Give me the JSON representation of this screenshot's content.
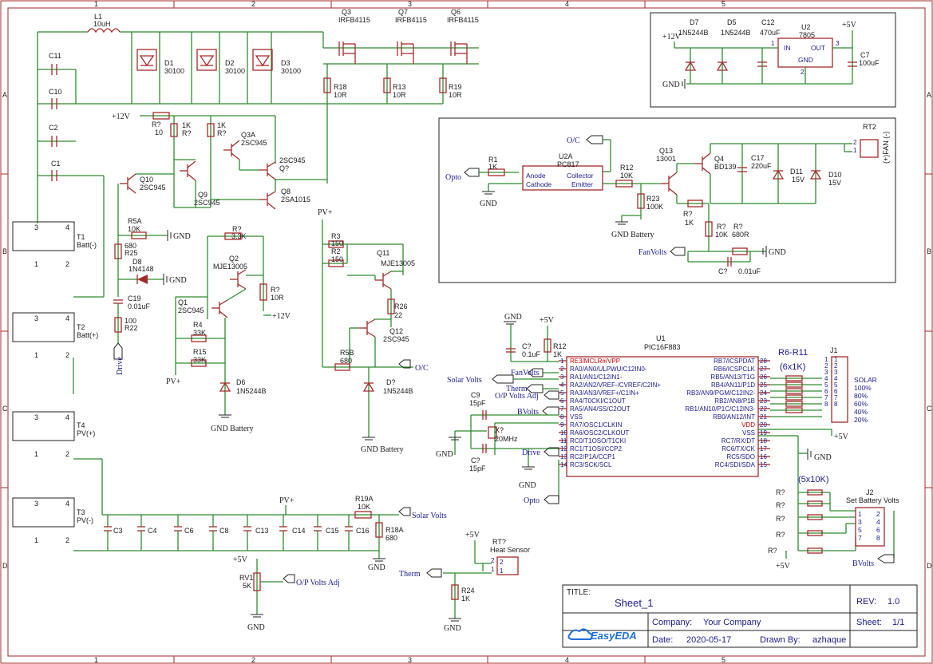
{
  "border": {
    "cols": [
      "1",
      "2",
      "3",
      "4",
      "5"
    ],
    "rows": [
      "A",
      "B",
      "C",
      "D"
    ]
  },
  "refs": {
    "L1": "L1",
    "L1v": "10uH",
    "Q3": "Q3",
    "Q3v": "IRFB4115",
    "Q7": "Q7",
    "Q7v": "IRFB4115",
    "Q6": "Q6",
    "Q6v": "IRFB4115",
    "D1": "D1",
    "D1v": "30100",
    "D2": "D2",
    "D2v": "30100",
    "D3": "D3",
    "D3v": "30100",
    "C11": "C11",
    "C10": "C10",
    "C2": "C2",
    "C1": "C1",
    "R18": "R18",
    "R18v": "10R",
    "R13": "R13",
    "R13v": "10R",
    "R19": "R19",
    "R19v": "10R",
    "Rq1": "R?",
    "Rq1v": "10",
    "Rk1": "1K",
    "Rk1r": "R?",
    "Rk2": "1K",
    "Rk2r": "R?",
    "Q3A": "Q3A",
    "Q3Av": "2SC945",
    "Q10": "Q10",
    "Q10v": "2SC945",
    "Q9": "Q9",
    "Q9v": "2SC945",
    "Qq": "2SC945",
    "Qqr": "Q?",
    "Q8": "Q8",
    "Q8v": "2SA1015",
    "R5A": "R5A",
    "R5Av": "10K",
    "R25v": "680",
    "R25": "R25",
    "D8": "D8",
    "D8v": "1N4148",
    "C19": "C19",
    "C19v": "0.01uF",
    "R22v": "100",
    "R22": "R22",
    "T1": "T1",
    "T1v": "Batt(-)",
    "T2": "T2",
    "T2v": "Batt(+)",
    "T4": "T4",
    "T4v": "PV(+)",
    "T3": "T3",
    "T3v": "PV(-)",
    "Rq2": "R?",
    "Rq2v": "3.3K",
    "Q2": "Q2",
    "Q2v": "MJE13005",
    "Rq3": "R?",
    "Rq3v": "10R",
    "Q1": "Q1",
    "Q1v": "2SC945",
    "R4": "R4",
    "R4v": "33K",
    "R15": "R15",
    "R15v": "33K",
    "D6": "D6",
    "D6v": "1N5244B",
    "R3": "R3",
    "R3v": "150",
    "R2": "R2",
    "R2v": "150",
    "Q11": "Q11",
    "Q11v": "MJE13005",
    "R26": "R26",
    "R26v": "22",
    "Q12": "Q12",
    "Q12v": "2SC945",
    "R5B": "R5B",
    "R5Bv": "680",
    "Dq": "D?",
    "Dqv": "1N5244B",
    "C3": "C3",
    "C4": "C4",
    "C6": "C6",
    "C8": "C8",
    "C13": "C13",
    "C14": "C14",
    "C15": "C15",
    "C16": "C16",
    "R19A": "R19A",
    "R19Av": "10K",
    "R18A": "R18A",
    "R18Av": "680",
    "RV1": "RV1",
    "RV1v": "5K",
    "D7": "D7",
    "D7v": "1N5244B",
    "D5": "D5",
    "D5v": "1N5244B",
    "C12": "C12",
    "C12v": "470uF",
    "U2": "U2",
    "U2v": "7805",
    "C7": "C7",
    "C7v": "100uF",
    "U2in": "IN",
    "U2out": "OUT",
    "U2gnd": "GND",
    "U2p1": "1",
    "U2p2": "2",
    "U2p3": "3",
    "RT2": "RT2",
    "FAN": "(+)FAN (-)",
    "R1": "R1",
    "R1v": "1K",
    "U2A": "U2A",
    "U2Av": "PC817",
    "U2A_anode": "Anode",
    "U2A_cath": "Cathode",
    "U2A_coll": "Collector",
    "U2A_emit": "Emitter",
    "R12b": "R12",
    "R12bv": "10K",
    "R23": "R23",
    "R23v": "100K",
    "Q13": "Q13",
    "Q13v": "13001",
    "Q4": "Q4",
    "Q4v": "BD139",
    "C17": "C17",
    "C17v": "220uF",
    "D11": "D11",
    "D11v": "15V",
    "D10": "D10",
    "D10v": "15V",
    "Rq4": "R?",
    "Rq4v": "1K",
    "Rq5": "R?",
    "Rq5v": "10K",
    "Rq6": "R?",
    "Rq6v": "680R",
    "Cq": "C?",
    "Cqv": "0.01uF",
    "Cq2": "C?",
    "Cq2v": "0.1uF",
    "R12c": "R12",
    "R12cv": "1K",
    "C9": "C9",
    "C9v": "15pF",
    "Xq": "X?",
    "Xqv": "20MHz",
    "Cq3": "C?",
    "Cq3v": "15pF",
    "U1": "U1",
    "U1v": "PIC16F883",
    "R6": "R6-R11",
    "R6v": "(6x1K)",
    "J1": "J1",
    "R5x": "(5x10K)",
    "J2": "J2",
    "J2v": "Set Battery Volts",
    "Rq": "R?",
    "RTq": "RT?",
    "RTqv": "Heat Sensor",
    "R24": "R24",
    "R24v": "1K"
  },
  "nets": {
    "v12a": "+12V",
    "v12b": "+12V",
    "v12c": "+12V",
    "v5a": "+5V",
    "v5b": "+5V",
    "v5c": "+5V",
    "v5d": "+5V",
    "v5e": "+5V",
    "v5f": "+5V",
    "gnd": "GND",
    "gndbat": "GND Battery",
    "pvp": "PV+",
    "oc": "O/C",
    "opto": "Opto",
    "fanv": "FanVolts",
    "drive": "Drive",
    "solarv": "Solar Volts",
    "therm": "Therm",
    "opv": "O/P Volts Adj",
    "bvolts": "BVolts",
    "bvolts2": "BVolts"
  },
  "u1_left": [
    {
      "n": "1",
      "t": "RE3/MCLR#/VPP",
      "red": true
    },
    {
      "n": "2",
      "t": "RA0/AN0/ULPWU/C12IN0-"
    },
    {
      "n": "3",
      "t": "RA1/AN1/C12IN1-"
    },
    {
      "n": "4",
      "t": "RA2/AN2/VREF-/CVREF/C2IN+"
    },
    {
      "n": "5",
      "t": "RA3/AN3/VREF+/C1IN+"
    },
    {
      "n": "6",
      "t": "RA4/T0CKI/C1OUT"
    },
    {
      "n": "7",
      "t": "RA5/AN4/SS/C2OUT"
    },
    {
      "n": "8",
      "t": "VSS"
    },
    {
      "n": "9",
      "t": "RA7/OSC1/CLKIN"
    },
    {
      "n": "10",
      "t": "RA6/OSC2/CLKOUT"
    },
    {
      "n": "11",
      "t": "RC0/T1OSO/T1CKI"
    },
    {
      "n": "12",
      "t": "RC1/T1OSI/CCP2"
    },
    {
      "n": "13",
      "t": "RC2/P1A/CCP1"
    },
    {
      "n": "14",
      "t": "RC3/SCK/SCL"
    }
  ],
  "u1_right": [
    {
      "n": "28",
      "t": "RB7/ICSPDAT"
    },
    {
      "n": "27",
      "t": "RB6/ICSPCLK"
    },
    {
      "n": "26",
      "t": "RB5/AN13/T1G"
    },
    {
      "n": "25",
      "t": "RB4/AN11/P1D"
    },
    {
      "n": "24",
      "t": "RB3/AN9/PGM/C12IN2-"
    },
    {
      "n": "23",
      "t": "RB2/AN8/P1B"
    },
    {
      "n": "22",
      "t": "RB1/AN10/P1C/C12IN3-"
    },
    {
      "n": "21",
      "t": "RB0/AN12/INT"
    },
    {
      "n": "20",
      "t": "VDD",
      "red": true
    },
    {
      "n": "19",
      "t": "VSS"
    },
    {
      "n": "18",
      "t": "RC7/RX/DT"
    },
    {
      "n": "17",
      "t": "RC6/TX/CK"
    },
    {
      "n": "16",
      "t": "RC5/SDO"
    },
    {
      "n": "15",
      "t": "RC4/SDI/SDA"
    }
  ],
  "solar": [
    "SOLAR",
    "100%",
    "80%",
    "60%",
    "40%",
    "20%"
  ],
  "title_block": {
    "title_label": "TITLE:",
    "title": "Sheet_1",
    "rev_label": "REV:",
    "rev": "1.0",
    "company_label": "Company:",
    "company": "Your Company",
    "sheet_label": "Sheet:",
    "sheet": "1/1",
    "date_label": "Date:",
    "date": "2020-05-17",
    "drawn_label": "Drawn By:",
    "drawn": "azhaque",
    "logo": "EasyEDA"
  },
  "colors": {
    "wire": "#2e8b2e",
    "part": "#a52a2a",
    "text": "#1a1a8c",
    "border": "#a52a2a"
  }
}
